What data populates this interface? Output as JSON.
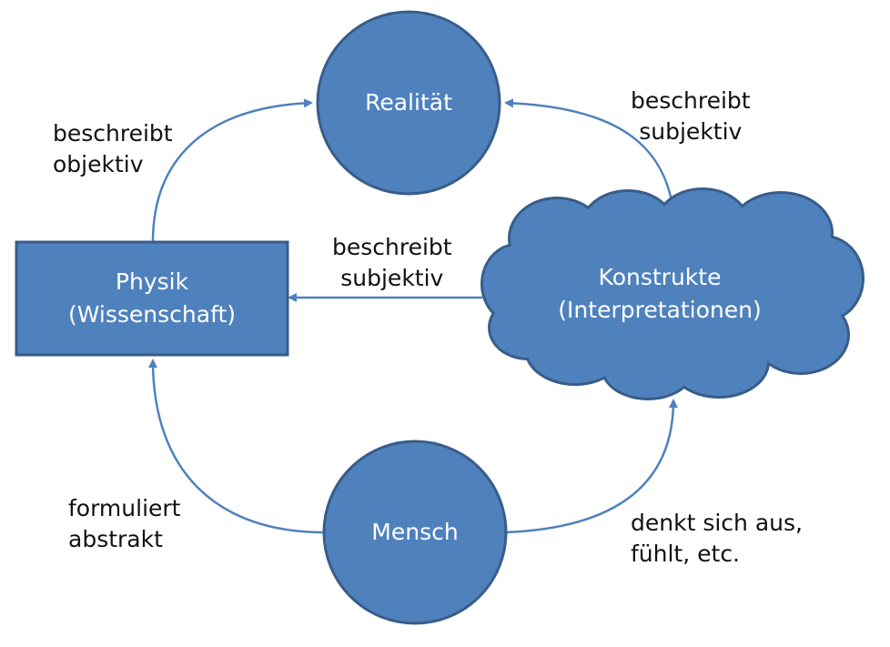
{
  "diagram": {
    "nodes": {
      "realitaet": {
        "label": "Realität"
      },
      "physik": {
        "line1": "Physik",
        "line2": "(Wissenschaft)"
      },
      "konstrukte": {
        "line1": "Konstrukte",
        "line2": "(Interpretationen)"
      },
      "mensch": {
        "label": "Mensch"
      }
    },
    "edges": {
      "physik_to_realitaet": {
        "line1": "beschreibt",
        "line2": "objektiv"
      },
      "konstrukte_to_realitaet": {
        "line1": "beschreibt",
        "line2": "subjektiv"
      },
      "konstrukte_to_physik": {
        "line1": "beschreibt",
        "line2": "subjektiv"
      },
      "mensch_to_physik": {
        "line1": "formuliert",
        "line2": "abstrakt"
      },
      "mensch_to_konstrukte": {
        "line1": "denkt sich aus,",
        "line2": "fühlt, etc."
      }
    }
  },
  "colors": {
    "fill": "#4f81bd",
    "stroke": "#385d8a",
    "arrow": "#4f81bd",
    "text_on_shape": "#ffffff",
    "text": "#111111"
  }
}
